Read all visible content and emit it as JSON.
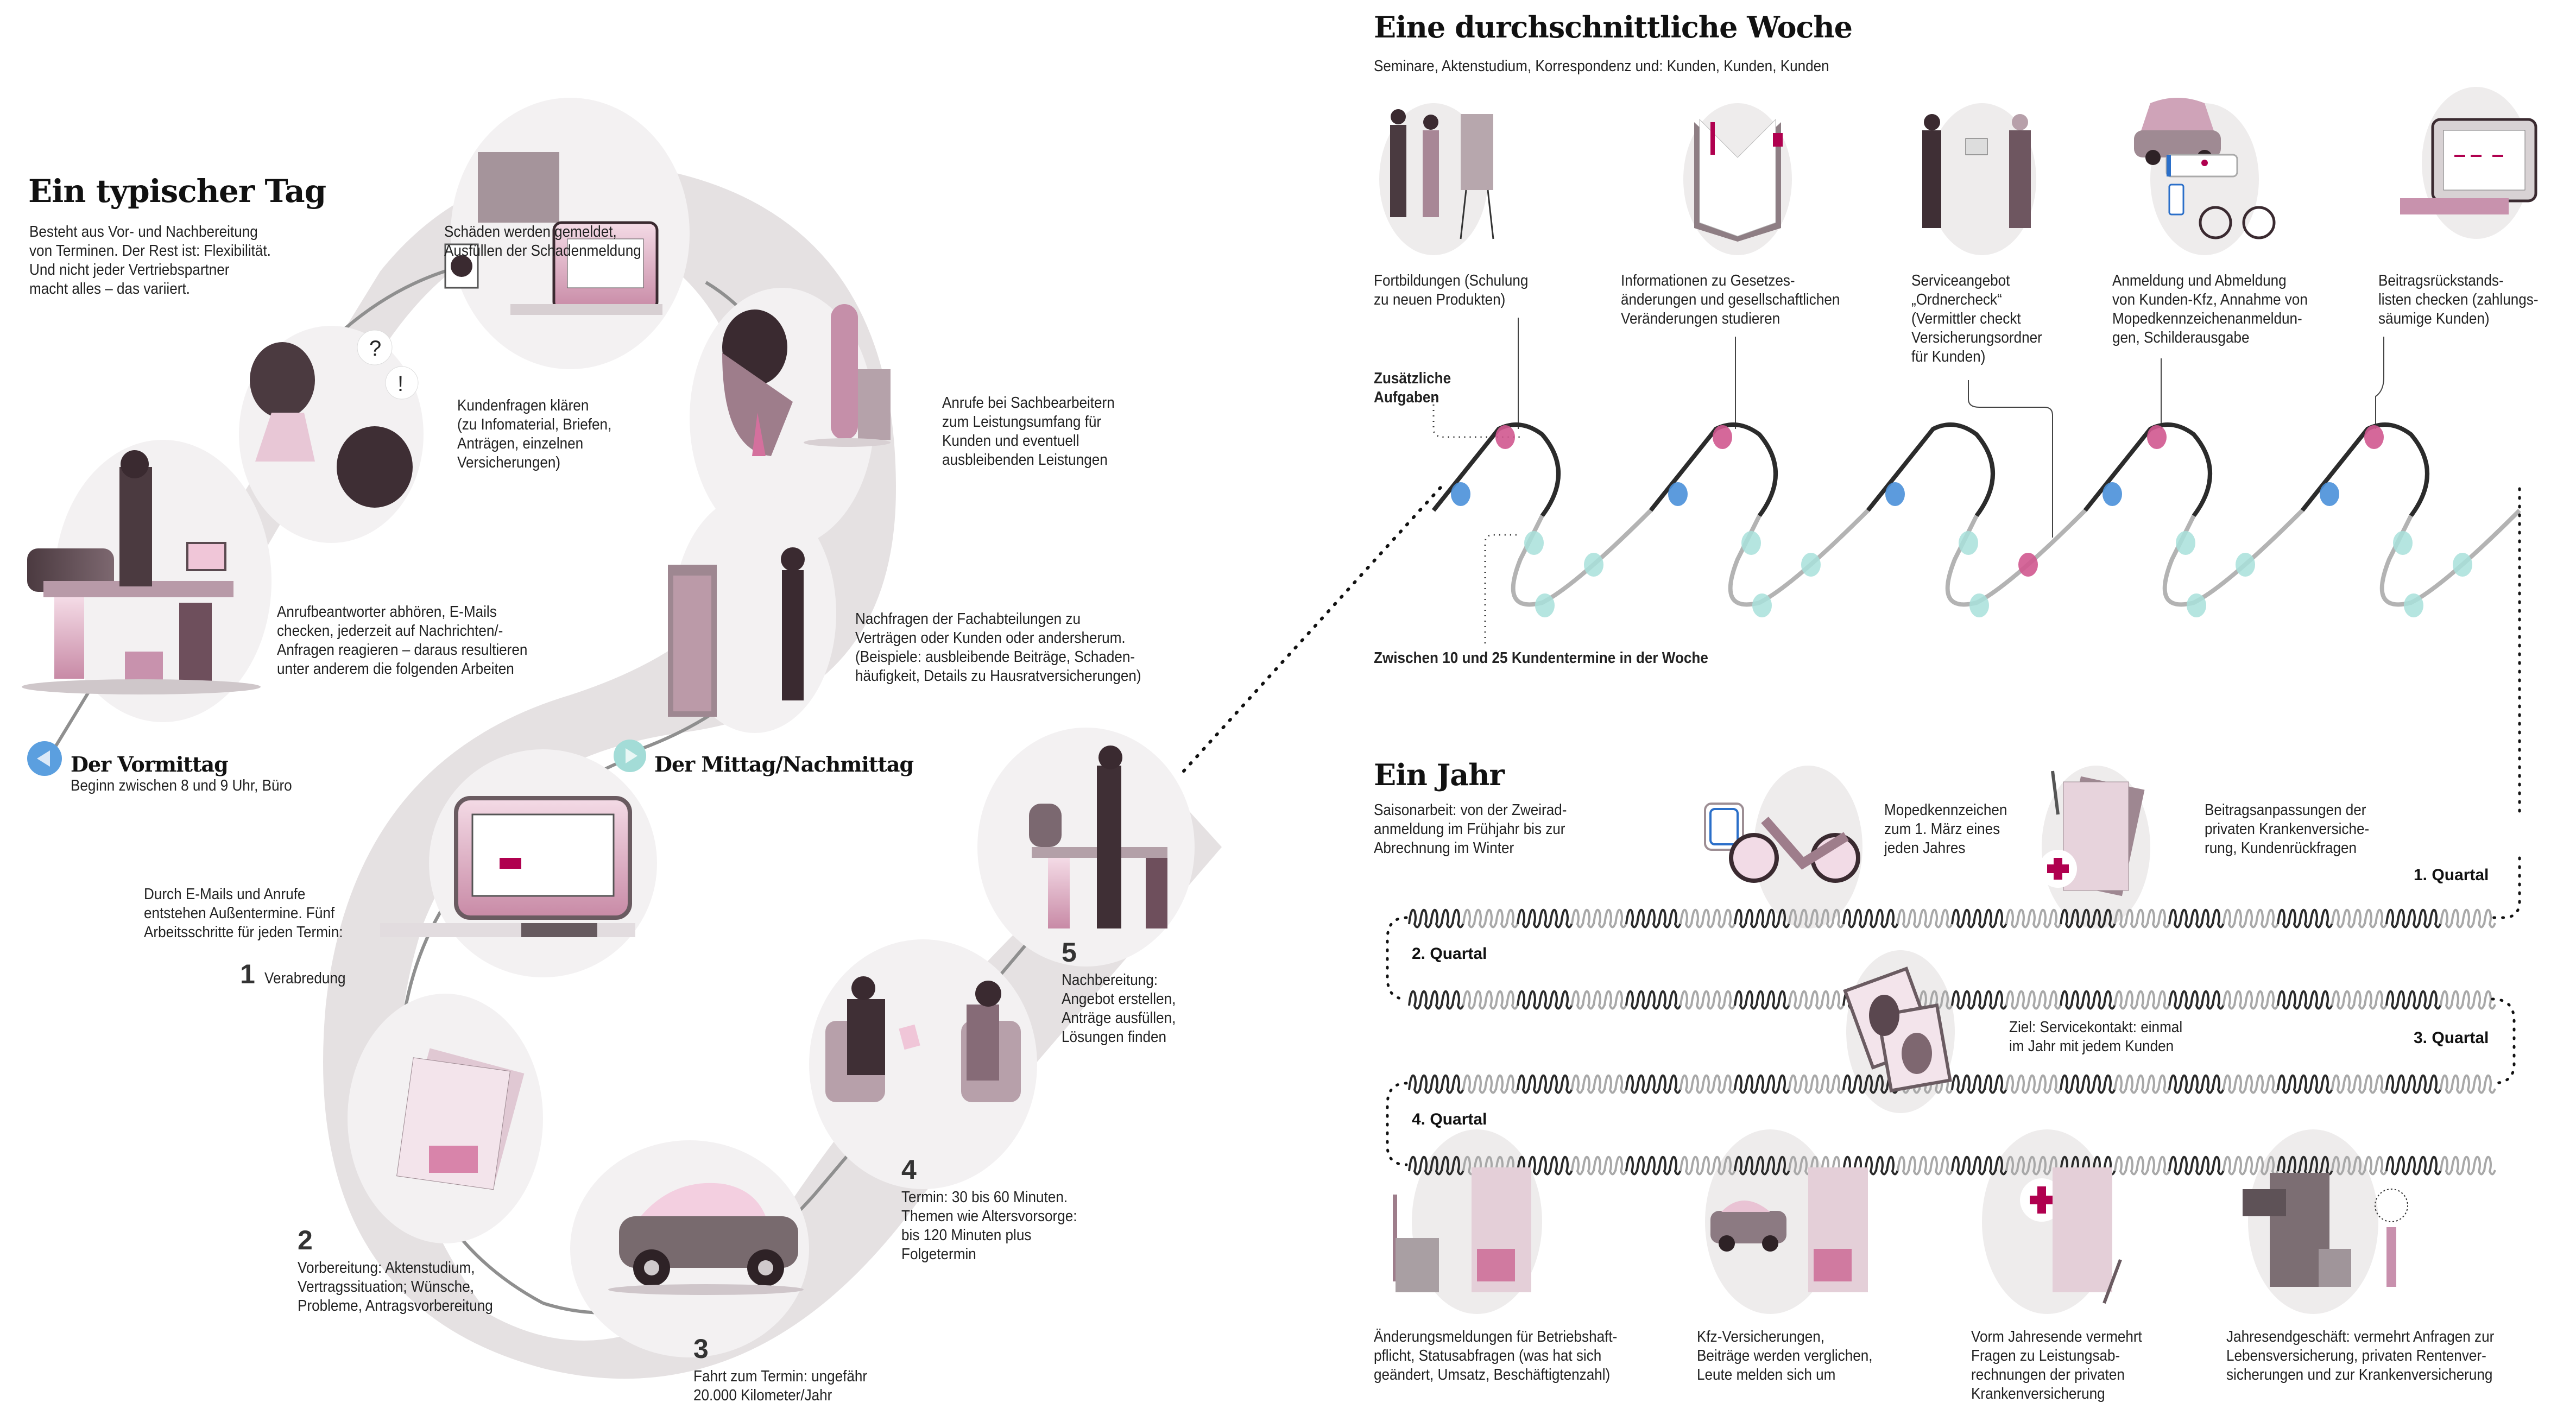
{
  "day": {
    "title": "Ein typischer Tag",
    "intro": "Besteht aus Vor- und Nachbereitung\nvon Terminen. Der Rest ist: Flexibilität.\nUnd nicht jeder Vertriebspartner\nmacht alles – das variiert.",
    "morning": {
      "title": "Der Vormittag",
      "subtitle": "Beginn zwischen 8 und 9 Uhr, Büro",
      "marker_icon": "arrow-left-icon"
    },
    "midday": {
      "title": "Der Mittag/Nachmittag",
      "marker_icon": "arrow-right-icon"
    },
    "tasks": [
      {
        "id": "anrufbeantworter",
        "text": "Anrufbeantworter abhören, E-Mails\nchecken, jederzeit auf Nachrichten/-\nAnfragen reagieren – daraus resultieren\nunter anderem die folgenden Arbeiten"
      },
      {
        "id": "kundenfragen",
        "text": "Kundenfragen klären\n(zu Infomaterial, Briefen,\nAnträgen, einzelnen\nVersicherungen)"
      },
      {
        "id": "schaeden",
        "text": "Schäden werden gemeldet,\nAusfüllen der Schadenmeldung"
      },
      {
        "id": "sachbearbeiter",
        "text": "Anrufe bei Sachbearbeitern\nzum Leistungsumfang für\nKunden und eventuell\nausbleibenden Leistungen"
      },
      {
        "id": "fachabteilungen",
        "text": "Nachfragen der Fachabteilungen zu\nVerträgen oder Kunden oder andersherum.\n(Beispiele: ausbleibende Beiträge, Schaden-\nhäufigkeit, Details zu Hausratversicherungen)"
      }
    ],
    "appointments_intro": "Durch E-Mails und Anrufe\nentstehen Außentermine. Fünf\nArbeitsschritte für jeden Termin:",
    "steps": [
      {
        "num": "1",
        "text": "Verabredung"
      },
      {
        "num": "2",
        "text": "Vorbereitung: Aktenstudium,\nVertragssituation; Wünsche,\nProbleme, Antragsvorbereitung"
      },
      {
        "num": "3",
        "text": "Fahrt zum Termin: ungefähr\n20.000 Kilometer/Jahr"
      },
      {
        "num": "4",
        "text": "Termin: 30 bis 60 Minuten.\nThemen wie Altersvorsorge:\nbis 120 Minuten plus\nFolgetermin"
      },
      {
        "num": "5",
        "text": "Nachbereitung:\nAngebot erstellen,\nAnträge ausfüllen,\nLösungen finden"
      }
    ]
  },
  "week": {
    "title": "Eine durchschnittliche Woche",
    "subtitle": "Seminare, Aktenstudium, Korrespondenz und: Kunden, Kunden, Kunden",
    "extra_tasks_label": "Zusätzliche\nAufgaben",
    "appointments_label": "Zwischen 10 und 25 Kundentermine in der Woche",
    "items": [
      {
        "icon": "seminar-icon",
        "text": "Fortbildungen (Schulung\nzu neuen Produkten)"
      },
      {
        "icon": "book-icon",
        "text": "Informationen zu Gesetzes-\nänderungen und gesellschaftlichen\nVeränderungen studieren"
      },
      {
        "icon": "handover-icon",
        "text": "Serviceangebot\n„Ordnercheck“\n(Vermittler checkt\nVersicherungsordner\nfür Kunden)"
      },
      {
        "icon": "car-moped-icon",
        "text": "Anmeldung und Abmeldung\nvon Kunden-Kfz, Annahme von\nMopedkennzeichenanmeldun-\ngen, Schilderausgabe"
      },
      {
        "icon": "laptop-list-icon",
        "text": "Beitragsrückstands-\nlisten checken (zahlungs-\nsäumige Kunden)"
      }
    ],
    "colors": {
      "extra_task": "#d0588f",
      "office": "#4a90d9",
      "appointment": "#a8e0da",
      "line_dark": "#2b2b2b",
      "line_light": "#b3b3b3"
    }
  },
  "year": {
    "title": "Ein Jahr",
    "intro": "Saisonarbeit: von der Zweirad-\nanmeldung im Frühjahr bis zur\nAbrechnung im Winter",
    "quarters": [
      "1. Quartal",
      "2. Quartal",
      "3. Quartal",
      "4. Quartal"
    ],
    "items": [
      {
        "icon": "moped-icon",
        "text": "Mopedkennzeichen\nzum 1. März eines\njeden Jahres"
      },
      {
        "icon": "health-document-icon",
        "text": "Beitragsanpassungen der\nprivaten Krankenversiche-\nrung, Kundenrückfragen"
      },
      {
        "icon": "id-cards-icon",
        "text": "Ziel: Servicekontakt: einmal\nim Jahr mit jedem Kunden"
      },
      {
        "icon": "factory-document-icon",
        "text": "Änderungsmeldungen für Betriebshaft-\npflicht, Statusabfragen (was hat sich\ngeändert, Umsatz, Beschäftigtenzahl)"
      },
      {
        "icon": "car-document-icon",
        "text": "Kfz-Versicherungen,\nBeiträge werden verglichen,\nLeute melden sich um"
      },
      {
        "icon": "health-claim-icon",
        "text": "Vorm Jahresende vermehrt\nFragen zu Leistungsab-\nrechnungen der privaten\nKrankenversicherung"
      },
      {
        "icon": "folders-candle-icon",
        "text": "Jahresendgeschäft: vermehrt Anfragen zur\nLebensversicherung, privaten Rentenver-\nsicherungen und zur Krankenversicherung"
      }
    ]
  }
}
